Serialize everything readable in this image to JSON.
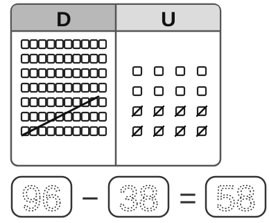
{
  "place_value_table": {
    "headers": {
      "tens": "D",
      "units": "U"
    },
    "tens": {
      "rods": 7,
      "crossed_out_rods": 3
    },
    "units": {
      "cubes": 16,
      "crossed_out_cubes": 8
    }
  },
  "equation": {
    "minuend": "96",
    "operator": "−",
    "subtrahend": "38",
    "equals": "=",
    "result": "58"
  },
  "colors": {
    "header_left": "#b8b8b8",
    "header_right": "#dcdcdc",
    "border": "#555555",
    "ink": "#222222"
  }
}
